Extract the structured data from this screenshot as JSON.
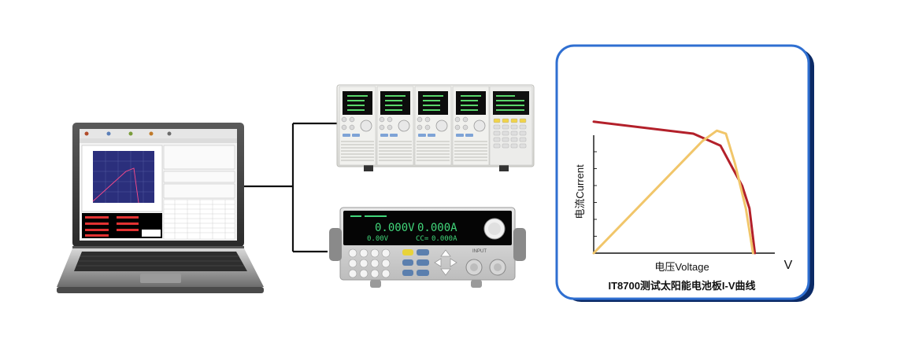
{
  "chart_data": {
    "type": "line",
    "ylabel": "电流Current",
    "xlabel": "电压Voltage",
    "x_axis_symbol": "V",
    "caption": "IT8700测试太阳能电池板I-V曲线",
    "x_range": [
      0,
      1
    ],
    "y_range": [
      0,
      1
    ],
    "series": [
      {
        "color": "#b3202a",
        "points": [
          [
            0,
            0.88
          ],
          [
            0.55,
            0.8
          ],
          [
            0.7,
            0.72
          ],
          [
            0.82,
            0.45
          ],
          [
            0.86,
            0.3
          ],
          [
            0.89,
            0.0
          ]
        ]
      },
      {
        "color": "#f1c66a",
        "points": [
          [
            0,
            0
          ],
          [
            0.6,
            0.75
          ],
          [
            0.68,
            0.82
          ],
          [
            0.73,
            0.8
          ],
          [
            0.78,
            0.6
          ],
          [
            0.84,
            0.3
          ],
          [
            0.88,
            0.0
          ]
        ]
      }
    ]
  },
  "load_display": {
    "voltage": "0.000V",
    "current": "0.000A",
    "voltage_set": "0.00V",
    "mode": "CC=",
    "current_set": "0.000A",
    "panel_label": "INPUT"
  },
  "colors": {
    "panel_border": "#2f6fd1",
    "panel_shadow": "#0b2a66",
    "wire": "#111111"
  }
}
